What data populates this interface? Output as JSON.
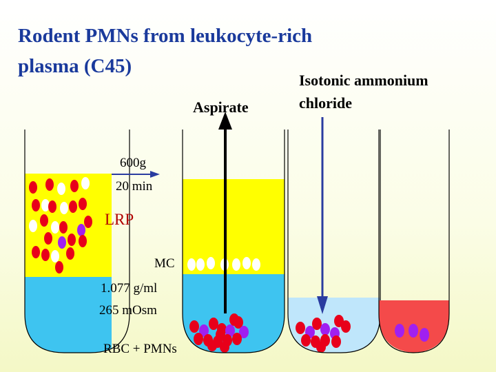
{
  "title": {
    "line1": "Rodent PMNs from leukocyte-rich",
    "line2": "plasma (C45)"
  },
  "labels": {
    "aspirate": "Aspirate",
    "ammonium_line1": "Isotonic ammonium",
    "ammonium_line2": "chloride",
    "speed": "600g",
    "time": "20 min",
    "lrp": "LRP",
    "mc": "MC",
    "density": "1.077 g/ml",
    "osmolality": "265 mOsm",
    "pellet": "RBC + PMNs"
  },
  "colors": {
    "title": "#1a3a9c",
    "plasma": "#ffff00",
    "medium": "#3ec4f0",
    "rbc": "#e8001a",
    "pmn": "#a020f0",
    "lysed": "#f44a4a",
    "lrp_label": "#b00000",
    "arrow": "#2a3ca0"
  }
}
